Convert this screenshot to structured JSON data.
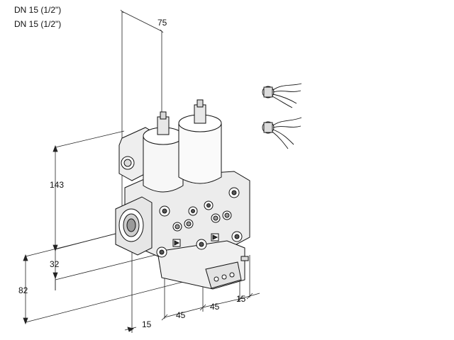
{
  "header": {
    "size_line_1": "DN 15 (1/2\")",
    "size_line_2": "DN 15 (1/2\")"
  },
  "dimensions": {
    "depth": "75",
    "height_total": "143",
    "height_inlet": "32",
    "height_base": "82",
    "offset_left": "15",
    "pitch_1": "45",
    "pitch_2": "45",
    "offset_right": "15"
  }
}
